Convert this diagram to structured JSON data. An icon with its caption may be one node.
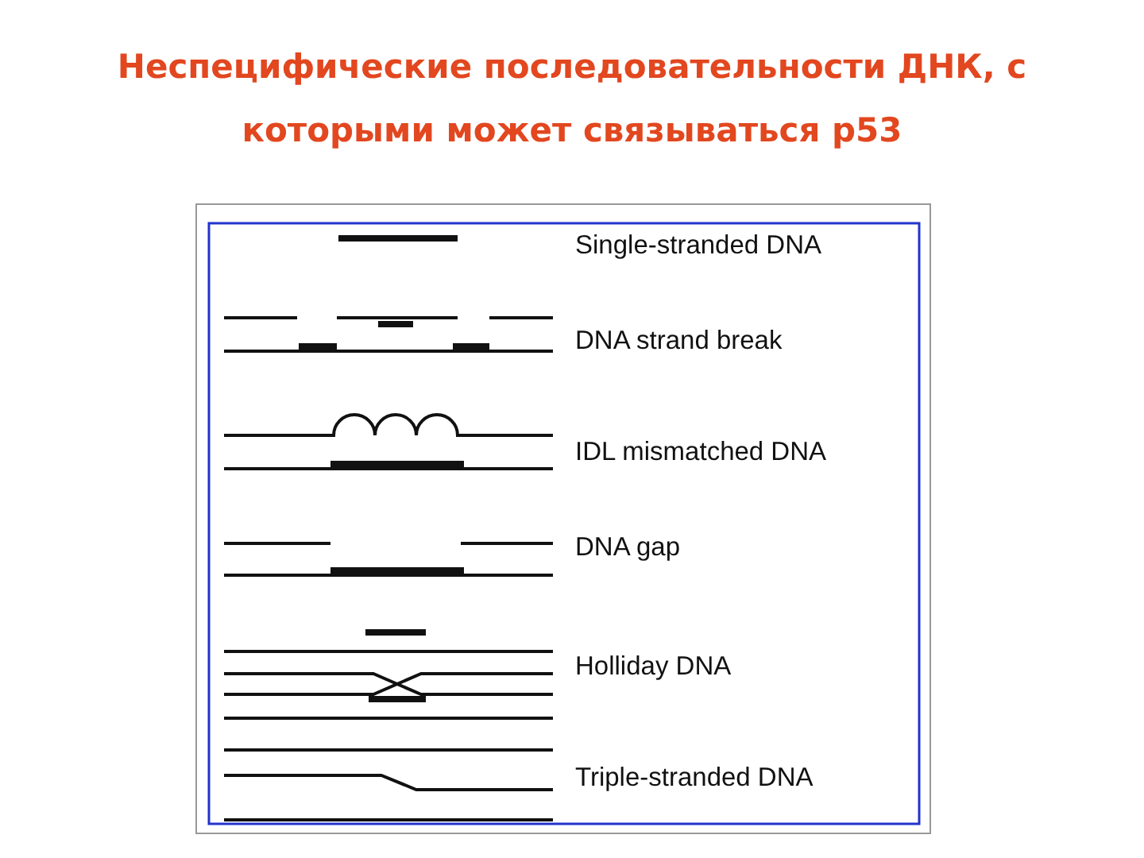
{
  "diagram": {
    "title": "Неспецифические последовательности ДНК, с которыми может связываться p53",
    "labels": [
      "Single-stranded DNA",
      "DNA strand break",
      "IDL mismatched DNA",
      "DNA gap",
      "Holliday DNA",
      "Triple-stranded DNA"
    ]
  }
}
